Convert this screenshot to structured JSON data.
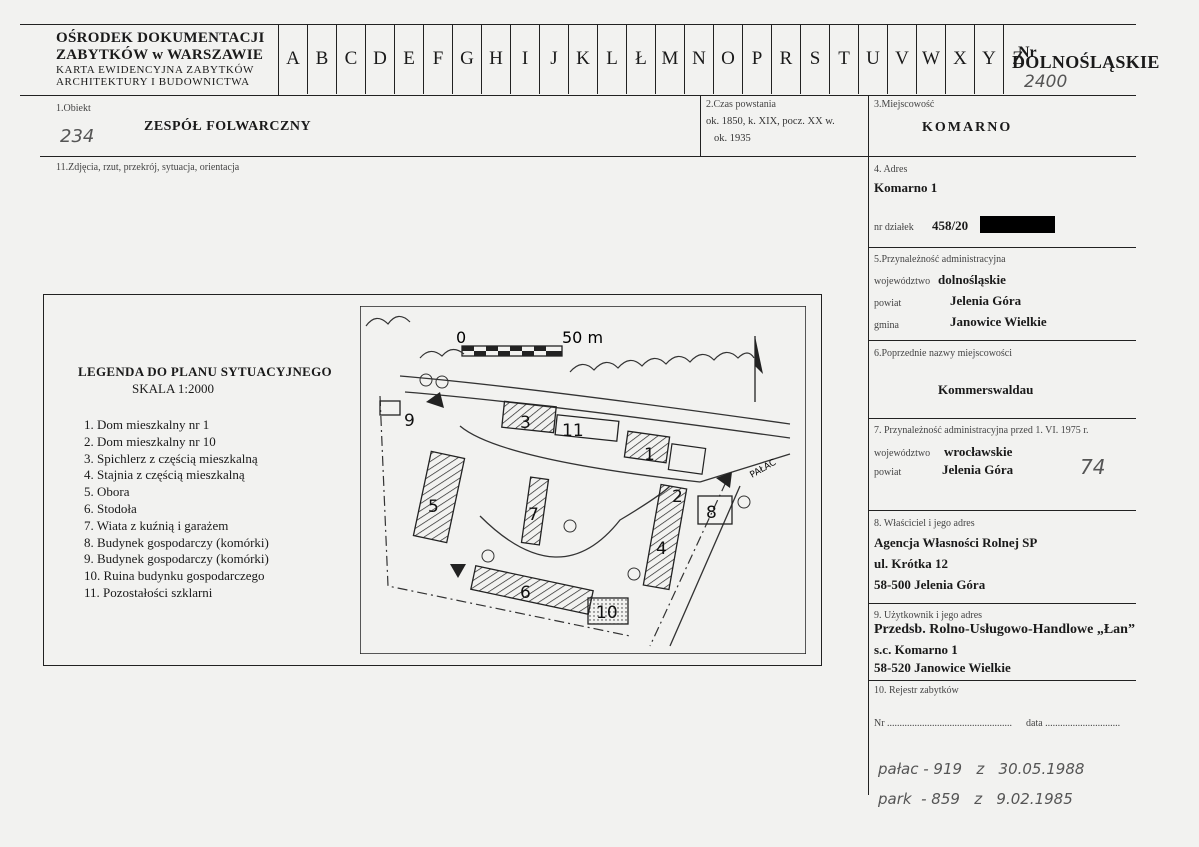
{
  "header": {
    "org_line1": "OŚRODEK DOKUMENTACJI",
    "org_line2": "ZABYTKÓW w WARSZAWIE",
    "org_line3": "KARTA EWIDENCYJNA ZABYTKÓW",
    "org_line4": "ARCHITEKTURY I BUDOWNICTWA",
    "letters": [
      "A",
      "B",
      "C",
      "D",
      "E",
      "F",
      "G",
      "H",
      "I",
      "J",
      "K",
      "L",
      "Ł",
      "M",
      "N",
      "O",
      "P",
      "R",
      "S",
      "T",
      "U",
      "V",
      "W",
      "X",
      "Y",
      "Z"
    ],
    "nr_label": "Nr",
    "region": "DOLNOŚLĄSKIE",
    "nr_handwritten": "2400"
  },
  "obiekt": {
    "label": "1.Obiekt",
    "number_handwritten": "234",
    "value": "ZESPÓŁ FOLWARCZNY"
  },
  "czas": {
    "label": "2.Czas powstania",
    "line1": "ok. 1850, k. XIX, pocz. XX w.",
    "line2": "ok. 1935"
  },
  "miejscowosc": {
    "label": "3.Miejscowość",
    "value": "KOMARNO"
  },
  "zdjecia": {
    "label": "11.Zdjęcia, rzut, przekrój, sytuacja, orientacja"
  },
  "adres": {
    "label": "4. Adres",
    "value": "Komarno 1",
    "dzialek_label": "nr działek",
    "dzialek_value": "458/20"
  },
  "przynaleznosc": {
    "label": "5.Przynależność administracyjna",
    "woj_label": "województwo",
    "woj_value": "dolnośląskie",
    "powiat_label": "powiat",
    "powiat_value": "Jelenia Góra",
    "gmina_label": "gmina",
    "gmina_value": "Janowice Wielkie"
  },
  "poprzednie": {
    "label": "6.Poprzednie nazwy miejscowości",
    "value": "Kommerswaldau"
  },
  "przed1975": {
    "label": "7. Przynależność administracyjna przed 1. VI. 1975 r.",
    "woj_label": "województwo",
    "woj_value": "wrocławskie",
    "powiat_label": "powiat",
    "powiat_value": "Jelenia Góra",
    "handwritten": "74"
  },
  "wlasciciel": {
    "label": "8. Właściciel i jego adres",
    "line1": "Agencja Własności Rolnej SP",
    "line2": "ul. Krótka 12",
    "line3": "58-500  Jelenia Góra"
  },
  "uzytkownik": {
    "label": "9. Użytkownik i jego adres",
    "line1": "Przedsb. Rolno-Usługowo-Handlowe „Łan”",
    "line2": "s.c. Komarno 1",
    "line3": "58-520 Janowice Wielkie"
  },
  "rejestr": {
    "label": "10. Rejestr zabytków",
    "nr_label": "Nr ..................................................",
    "data_label": "data ..............................",
    "hand1": "pałac - 919   z   30.05.1988",
    "hand2": "park  - 859   z   9.02.1985"
  },
  "legend": {
    "title": "LEGENDA DO PLANU SYTUACYJNEGO",
    "scale": "SKALA 1:2000",
    "items": [
      "1. Dom mieszkalny nr 1",
      "2. Dom mieszkalny nr 10",
      "3. Spichlerz z częścią mieszkalną",
      "4. Stajnia z częścią mieszkalną",
      "5. Obora",
      "6. Stodoła",
      "7. Wiata z kuźnią i garażem",
      "8. Budynek gospodarczy (komórki)",
      "9. Budynek gospodarczy (komórki)",
      "10. Ruina budynku gospodarczego",
      "11. Pozostałości szklarni"
    ]
  },
  "plan": {
    "scale_zero": "0",
    "scale_end": "50 m",
    "palac_label": "PAŁAC",
    "building_numbers": [
      "1",
      "2",
      "3",
      "4",
      "5",
      "6",
      "7",
      "8",
      "9",
      "10",
      "11"
    ]
  }
}
